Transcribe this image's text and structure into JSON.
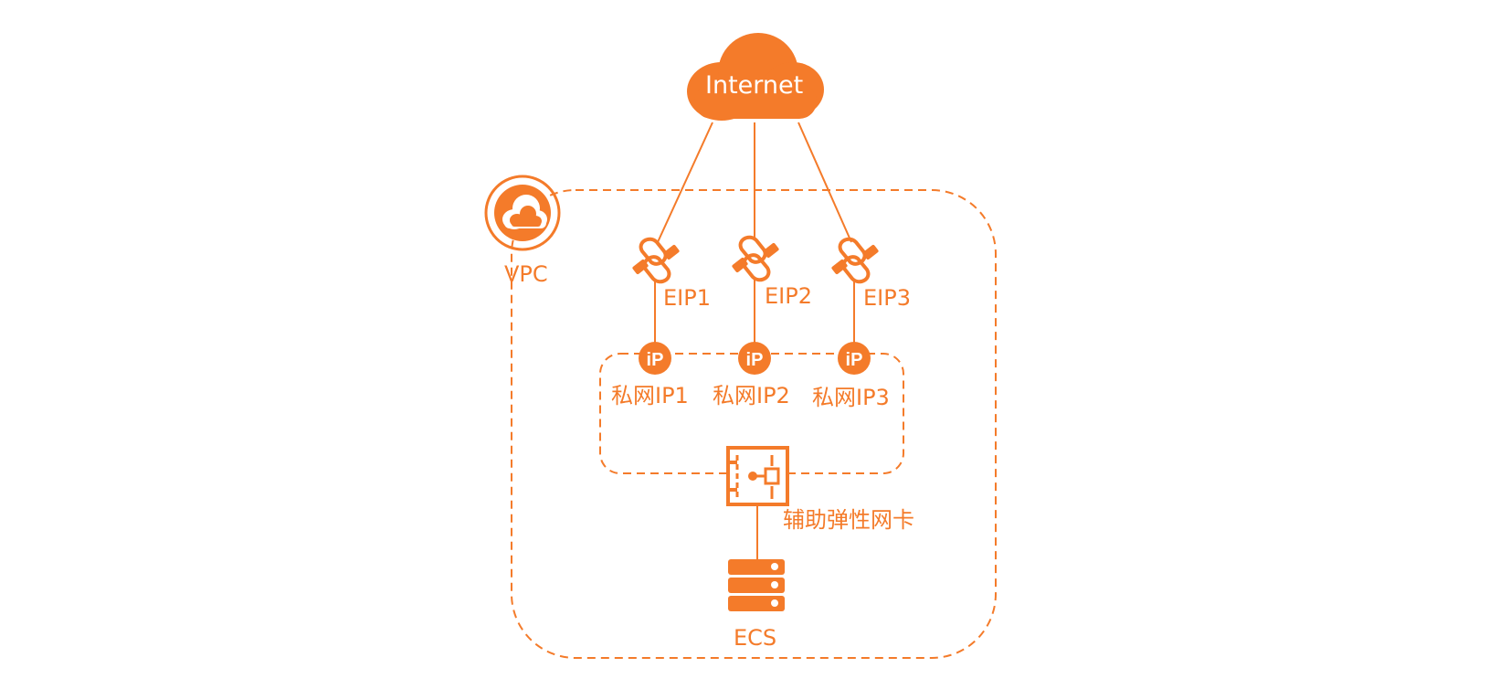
{
  "colors": {
    "accent": "#f47b2a",
    "background": "#ffffff"
  },
  "internet": {
    "label": "Internet",
    "icon": "cloud-icon"
  },
  "vpc": {
    "label": "VPC",
    "icon": "vpc-cloud-icon"
  },
  "eips": [
    {
      "label": "EIP1",
      "icon": "eip-link-icon"
    },
    {
      "label": "EIP2",
      "icon": "eip-link-icon"
    },
    {
      "label": "EIP3",
      "icon": "eip-link-icon"
    }
  ],
  "private_ips": [
    {
      "label": "私网IP1",
      "badge": "iP"
    },
    {
      "label": "私网IP2",
      "badge": "iP"
    },
    {
      "label": "私网IP3",
      "badge": "iP"
    }
  ],
  "eni": {
    "label": "辅助弹性网卡",
    "icon": "network-card-icon"
  },
  "ecs": {
    "label": "ECS",
    "icon": "server-icon"
  }
}
